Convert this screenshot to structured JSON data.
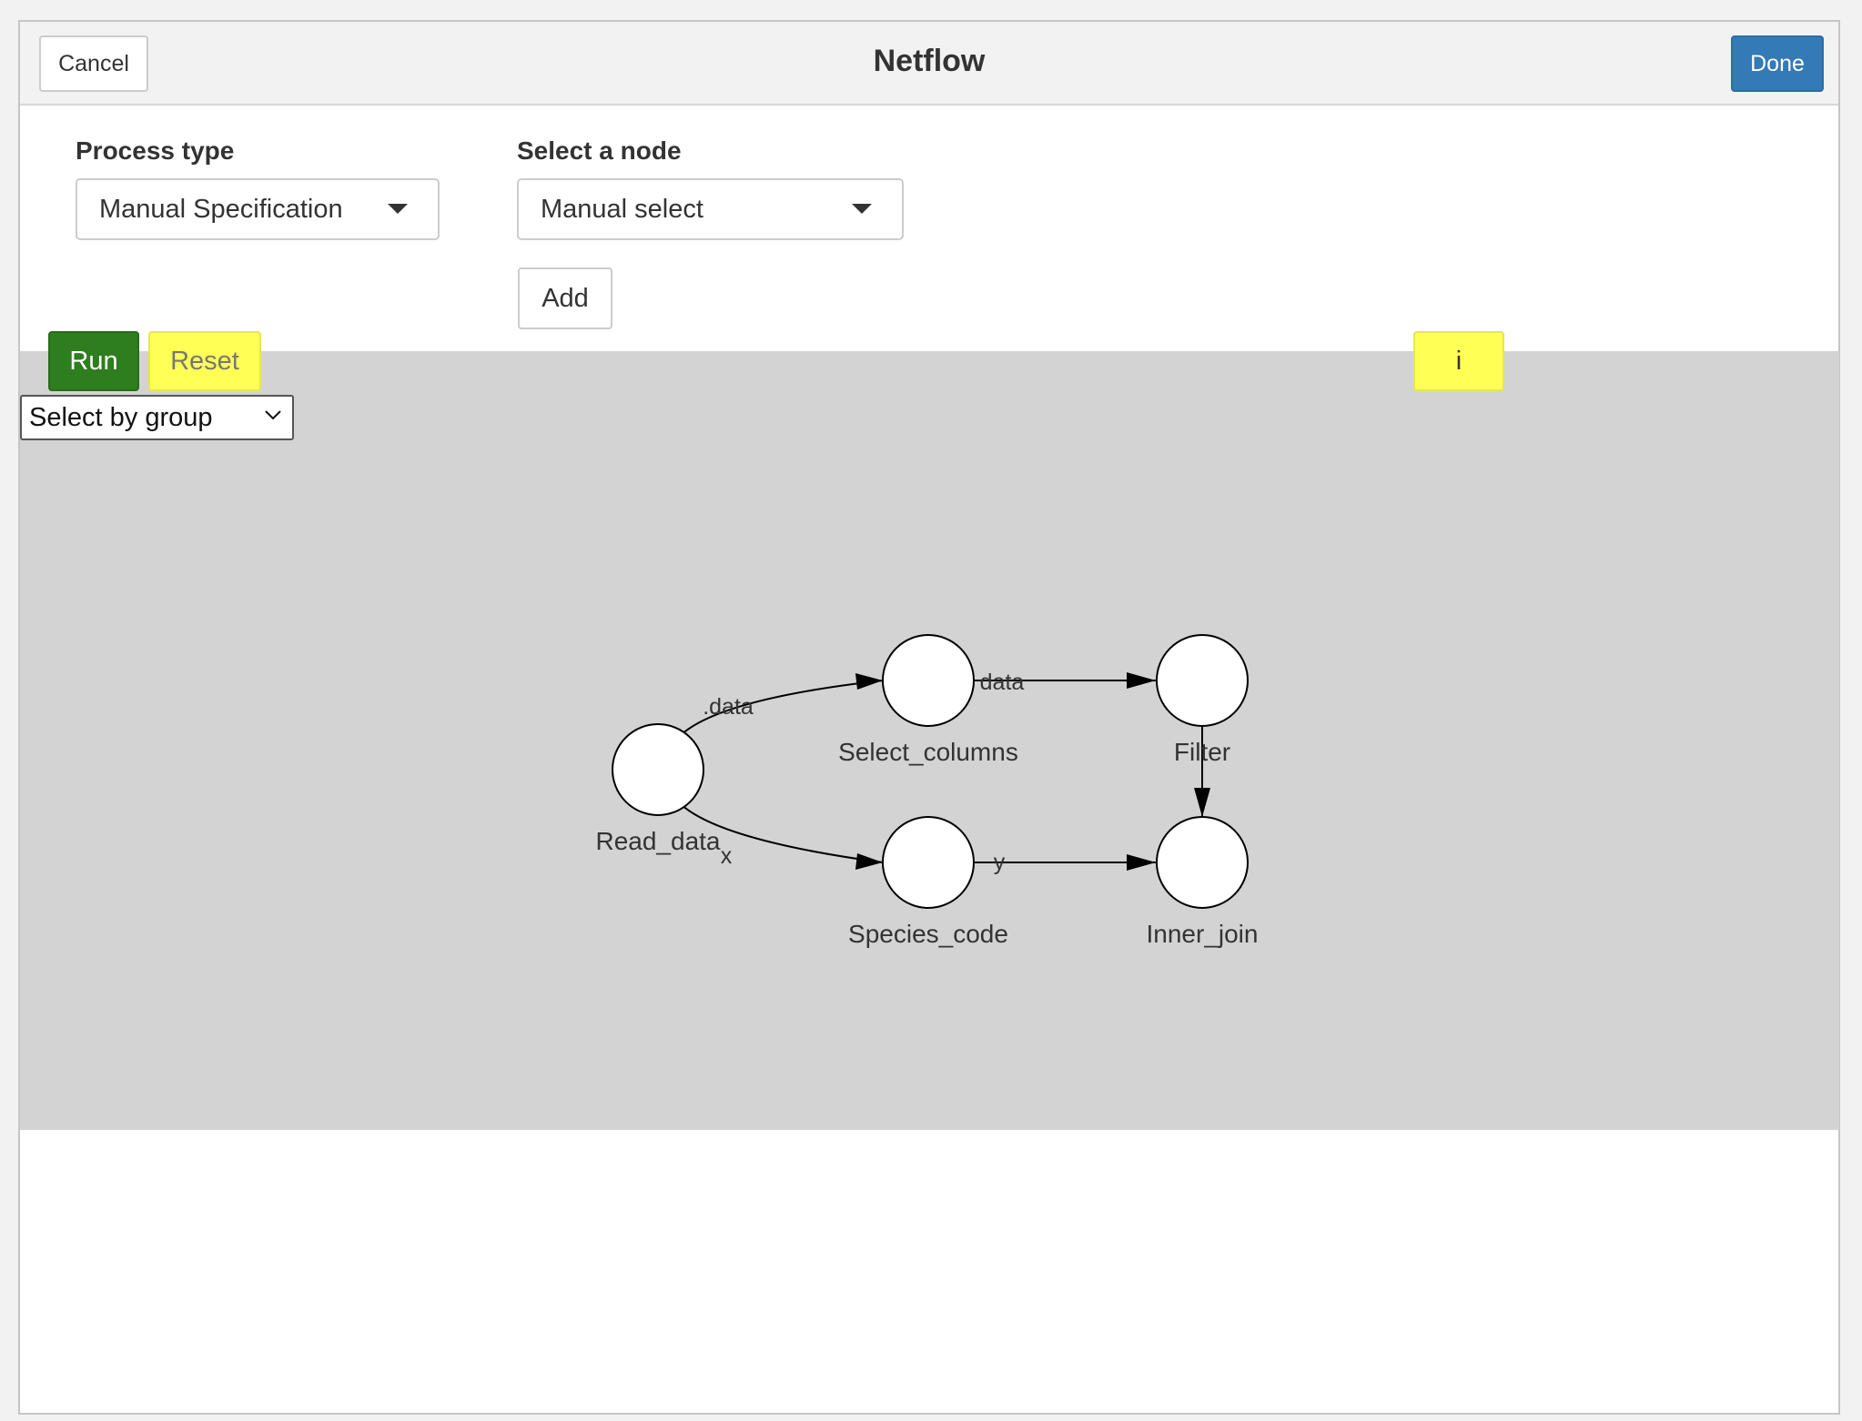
{
  "header": {
    "title": "Netflow",
    "cancel_label": "Cancel",
    "done_label": "Done"
  },
  "form": {
    "process_type": {
      "label": "Process type",
      "selected": "Manual Specification"
    },
    "node_select": {
      "label": "Select a node",
      "selected": "Manual select"
    },
    "add_label": "Add"
  },
  "toolbar": {
    "run_label": "Run",
    "reset_label": "Reset",
    "info_label": "i",
    "group_select": "Select by group"
  },
  "graph": {
    "nodes": [
      {
        "id": "read_data",
        "label": "Read_data"
      },
      {
        "id": "select_columns",
        "label": "Select_columns"
      },
      {
        "id": "filter",
        "label": "Filter"
      },
      {
        "id": "species_code",
        "label": "Species_code"
      },
      {
        "id": "inner_join",
        "label": "Inner_join"
      }
    ],
    "edges": [
      {
        "from": "read_data",
        "to": "select_columns",
        "label": ".data"
      },
      {
        "from": "read_data",
        "to": "species_code",
        "label": "x"
      },
      {
        "from": "select_columns",
        "to": "filter",
        "label": "data"
      },
      {
        "from": "species_code",
        "to": "inner_join",
        "label": "y"
      },
      {
        "from": "filter",
        "to": "inner_join",
        "label": ""
      }
    ]
  },
  "colors": {
    "done": "#337ab7",
    "run": "#2e7d1e",
    "reset": "#ffff55",
    "info": "#ffff55",
    "canvas": "#d3d3d3"
  }
}
